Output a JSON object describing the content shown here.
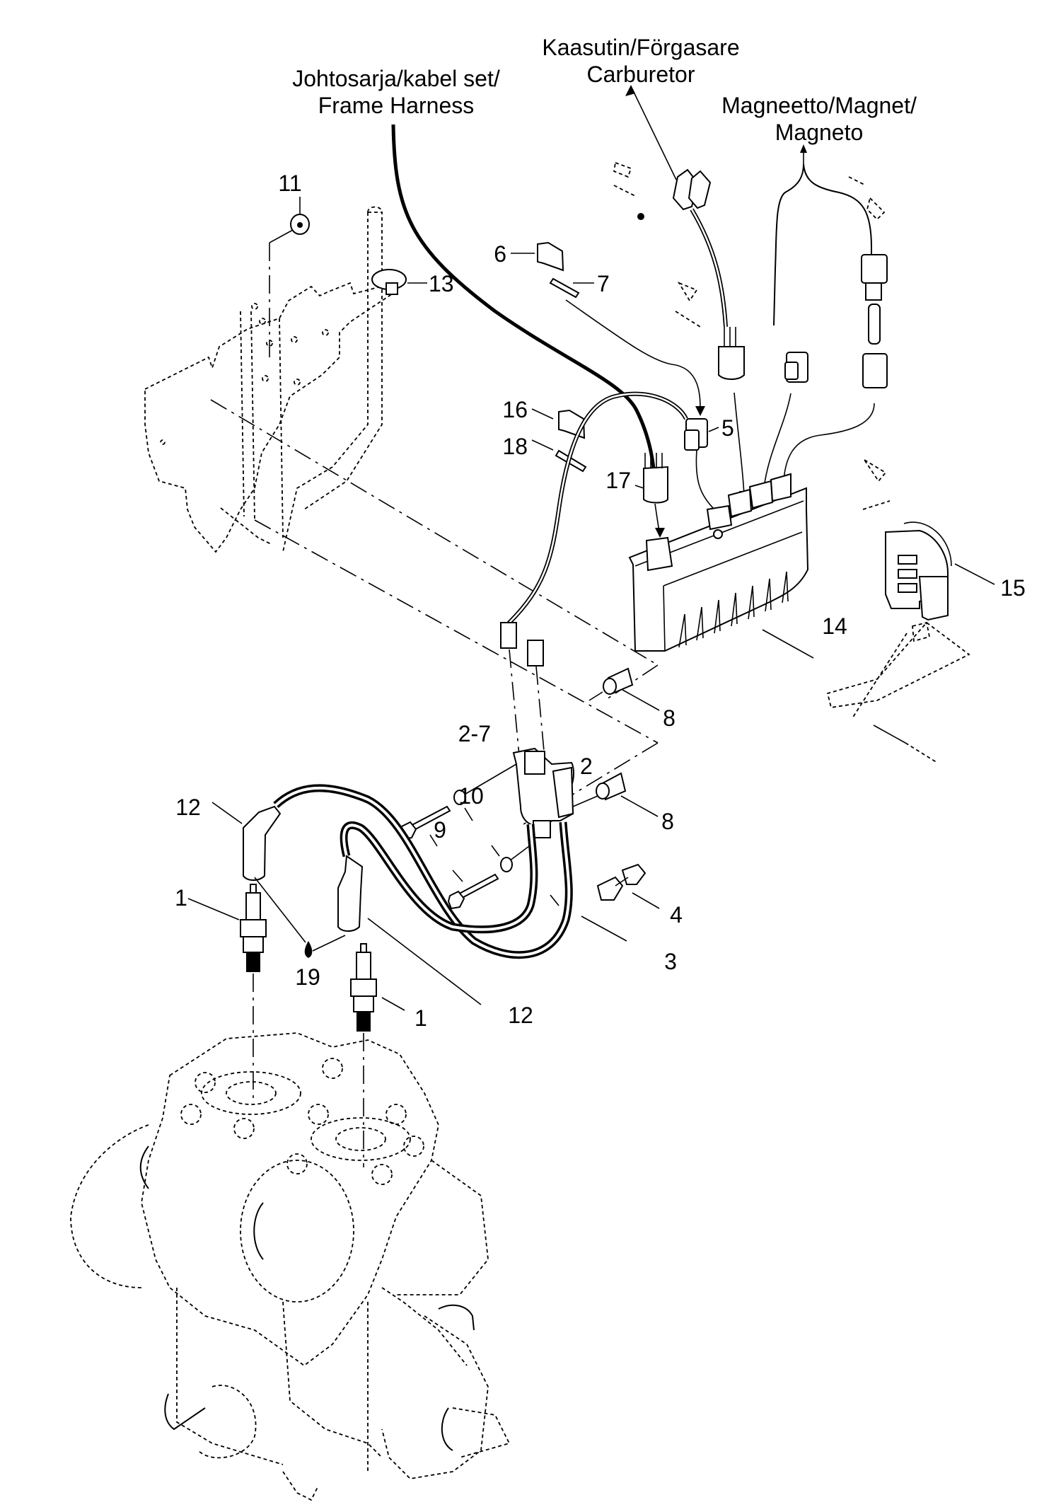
{
  "diagram": {
    "type": "exploded-parts-diagram",
    "subject": "Ignition system: CDI unit, ignition coil, spark plugs and wiring",
    "colors": {
      "line": "#000000",
      "background": "#ffffff"
    }
  },
  "connection_labels": {
    "frame_harness": {
      "line1": "Johtosarja/kabel set/",
      "line2": "Frame Harness"
    },
    "carburetor": {
      "line1": "Kaasutin/Förgasare",
      "line2": "Carburetor"
    },
    "magneto": {
      "line1": "Magneetto/Magnet/",
      "line2": "Magneto"
    }
  },
  "callouts": [
    {
      "id": "c1a",
      "text": "1",
      "part": "spark-plug-left"
    },
    {
      "id": "c1b",
      "text": "1",
      "part": "spark-plug-right"
    },
    {
      "id": "c2",
      "text": "2",
      "part": "ignition-coil"
    },
    {
      "id": "c27",
      "text": "2-7",
      "part": "ignition-coil-connector"
    },
    {
      "id": "c3",
      "text": "3",
      "part": "high-tension-lead"
    },
    {
      "id": "c4",
      "text": "4",
      "part": "lead-clip"
    },
    {
      "id": "c5",
      "text": "5",
      "part": "connector-housing"
    },
    {
      "id": "c6",
      "text": "6",
      "part": "connector-cap"
    },
    {
      "id": "c7",
      "text": "7",
      "part": "terminal-pin"
    },
    {
      "id": "c8a",
      "text": "8",
      "part": "spacer-upper"
    },
    {
      "id": "c8b",
      "text": "8",
      "part": "spacer-lower"
    },
    {
      "id": "c9",
      "text": "9",
      "part": "bolt"
    },
    {
      "id": "c10",
      "text": "10",
      "part": "washer"
    },
    {
      "id": "c11",
      "text": "11",
      "part": "nut"
    },
    {
      "id": "c12a",
      "text": "12",
      "part": "plug-cap-left"
    },
    {
      "id": "c12b",
      "text": "12",
      "part": "plug-cap-right"
    },
    {
      "id": "c13",
      "text": "13",
      "part": "cable-tie"
    },
    {
      "id": "c14",
      "text": "14",
      "part": "cdi-unit"
    },
    {
      "id": "c15",
      "text": "15",
      "part": "cdi-bracket"
    },
    {
      "id": "c16",
      "text": "16",
      "part": "connector-cap-2"
    },
    {
      "id": "c17",
      "text": "17",
      "part": "harness-connector"
    },
    {
      "id": "c18",
      "text": "18",
      "part": "terminal-pin-2"
    },
    {
      "id": "c19",
      "text": "19",
      "part": "dielectric-grease"
    }
  ]
}
